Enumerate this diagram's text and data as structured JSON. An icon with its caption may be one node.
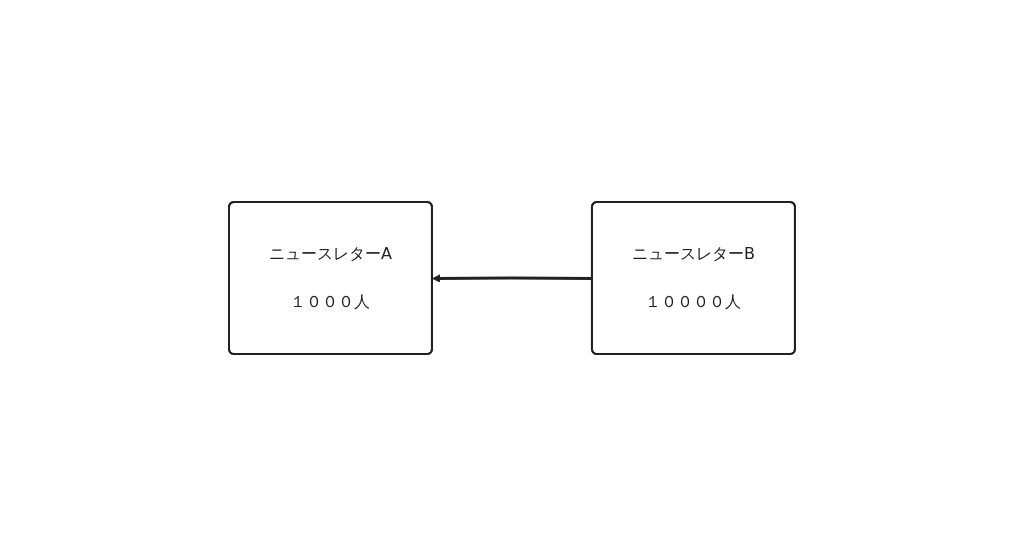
{
  "diagram": {
    "nodes": [
      {
        "text": [
          "ニュースレターA",
          "１０００人"
        ]
      },
      {
        "text": [
          "ニュースレターB",
          "１００００人"
        ]
      }
    ],
    "edges": [
      {
        "from": 1,
        "to": 0,
        "arrow": "to"
      }
    ]
  }
}
